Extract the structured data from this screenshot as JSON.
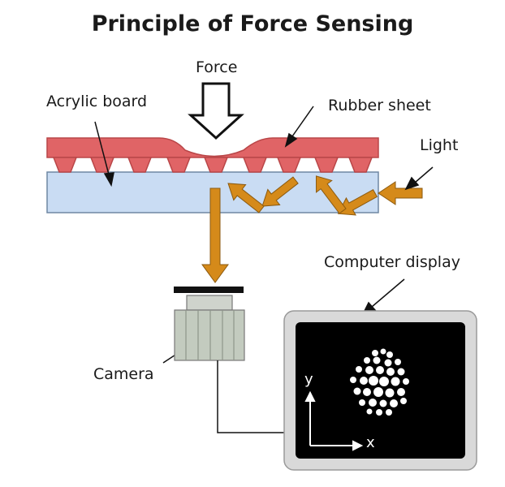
{
  "title": "Principle of Force Sensing",
  "labels": {
    "force": "Force",
    "acrylic_board": "Acrylic board",
    "rubber_sheet": "Rubber sheet",
    "light": "Light",
    "computer_display": "Computer display",
    "camera": "Camera",
    "axis_y": "y",
    "axis_x": "x"
  },
  "colors": {
    "rubber": "#e06466",
    "rubber_stroke": "#b94648",
    "acrylic": "#c9dcf3",
    "light_arrow": "#d58a1a",
    "display_bezel": "#d9d9d9",
    "screen": "#000000"
  },
  "icons": [
    "force-arrow-icon",
    "camera-icon",
    "display-icon",
    "axes-icon"
  ]
}
